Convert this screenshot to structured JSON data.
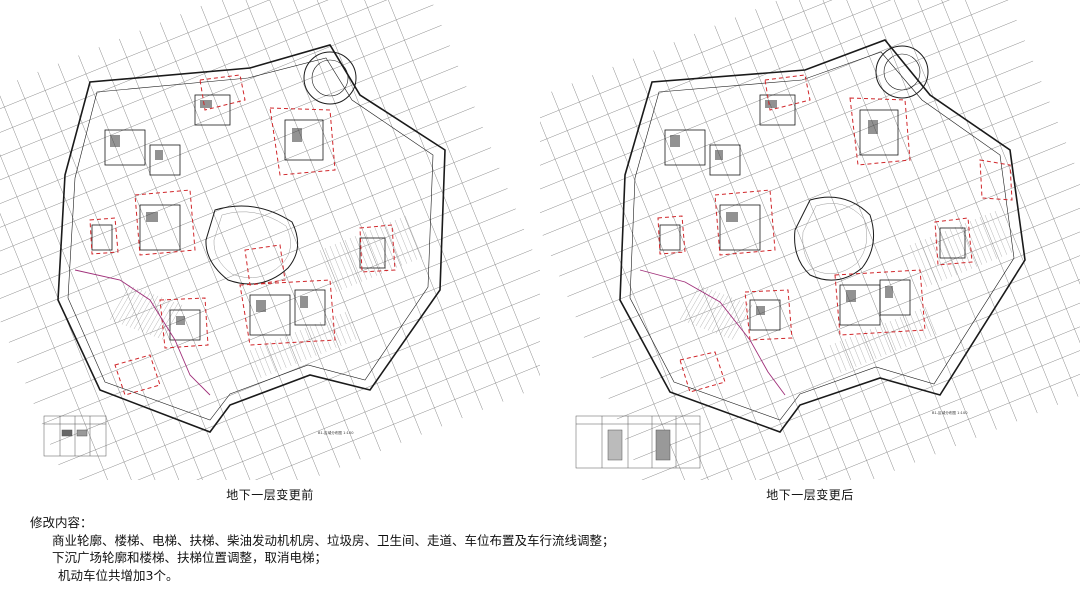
{
  "panels": [
    {
      "caption": "地下一层变更前",
      "scale_label": "B1-区域分布图 1:100"
    },
    {
      "caption": "地下一层变更后",
      "scale_label": "B1-区域分布图 1:100"
    }
  ],
  "notes": {
    "title": "修改内容：",
    "lines": [
      "商业轮廓、楼梯、电梯、扶梯、柴油发动机机房、垃圾房、卫生间、走道、车位布置及车行流线调整；",
      "下沉广场轮廓和楼梯、扶梯位置调整，取消电梯；",
      "机动车位共增加3个。"
    ]
  },
  "colors": {
    "outline": "#1a1a1a",
    "grid": "#8a8a8a",
    "fine": "#b5b5b5",
    "redline": "#d0262a",
    "magenta": "#a0307a",
    "background": "#ffffff"
  }
}
